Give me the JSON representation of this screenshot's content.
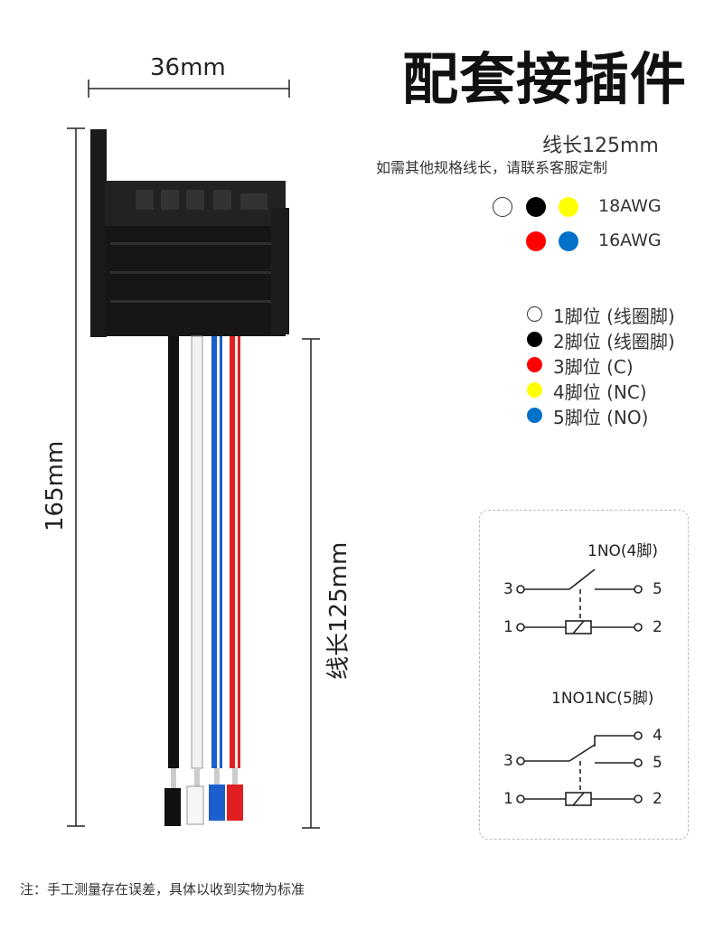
{
  "header": {
    "title": "配套接插件"
  },
  "wire_info": {
    "length_label": "线长125mm",
    "custom_note": "如需其他规格线长，请联系客服定制"
  },
  "gauge_legend": {
    "awg18": "18AWG",
    "awg16": "16AWG",
    "awg18_colors": [
      "#ffffff",
      "#000000",
      "#ffff00"
    ],
    "awg16_colors": [
      "#ff0000",
      "#0070c8"
    ]
  },
  "pin_legend": [
    {
      "color": "#ffffff",
      "label": "1脚位 (线圈脚)"
    },
    {
      "color": "#000000",
      "label": "2脚位 (线圈脚)"
    },
    {
      "color": "#ff0000",
      "label": "3脚位 (C)"
    },
    {
      "color": "#ffff00",
      "label": "4脚位 (NC)"
    },
    {
      "color": "#0070c8",
      "label": "5脚位 (NO)"
    }
  ],
  "dimensions": {
    "width": "36mm",
    "height": "165mm",
    "wire_length": "线长125mm"
  },
  "schematic": {
    "type_a_title": "1NO(4脚)",
    "type_b_title": "1NO1NC(5脚)",
    "pins": {
      "p1": "1",
      "p2": "2",
      "p3": "3",
      "p4": "4",
      "p5": "5"
    }
  },
  "footer": {
    "note": "注：手工测量存在误差，具体以收到实物为标准"
  }
}
